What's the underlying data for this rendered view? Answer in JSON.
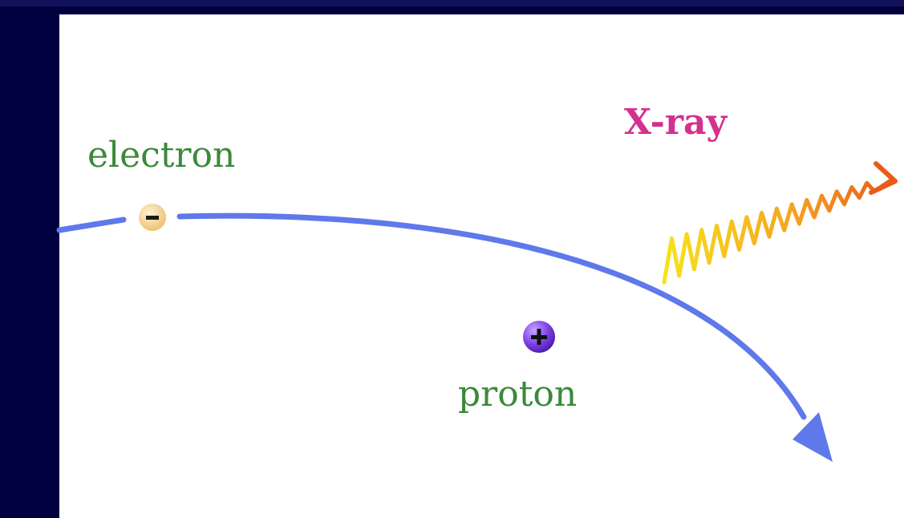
{
  "labels": {
    "electron": "electron",
    "proton": "proton",
    "xray": "X-ray"
  },
  "particles": {
    "electron_sign": "−",
    "proton_sign": "+"
  },
  "colors": {
    "background": "#00003f",
    "panel": "#ffffff",
    "particle_label": "#3a8a3a",
    "xray_label": "#d4308f",
    "trajectory": "#5f78ea",
    "electron_fill": "#f6d494",
    "proton_fill": "#7a3fe6"
  }
}
